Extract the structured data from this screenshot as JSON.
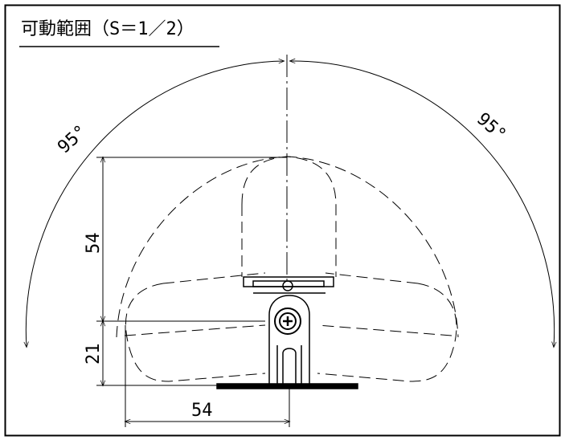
{
  "drawing": {
    "title": "可動範囲（S＝1／2）",
    "angle_left": "95°",
    "angle_right": "95°",
    "dim_vertical_upper": "54",
    "dim_vertical_lower": "21",
    "dim_horizontal": "54"
  },
  "colors": {
    "line": "#000000",
    "background": "#ffffff"
  }
}
